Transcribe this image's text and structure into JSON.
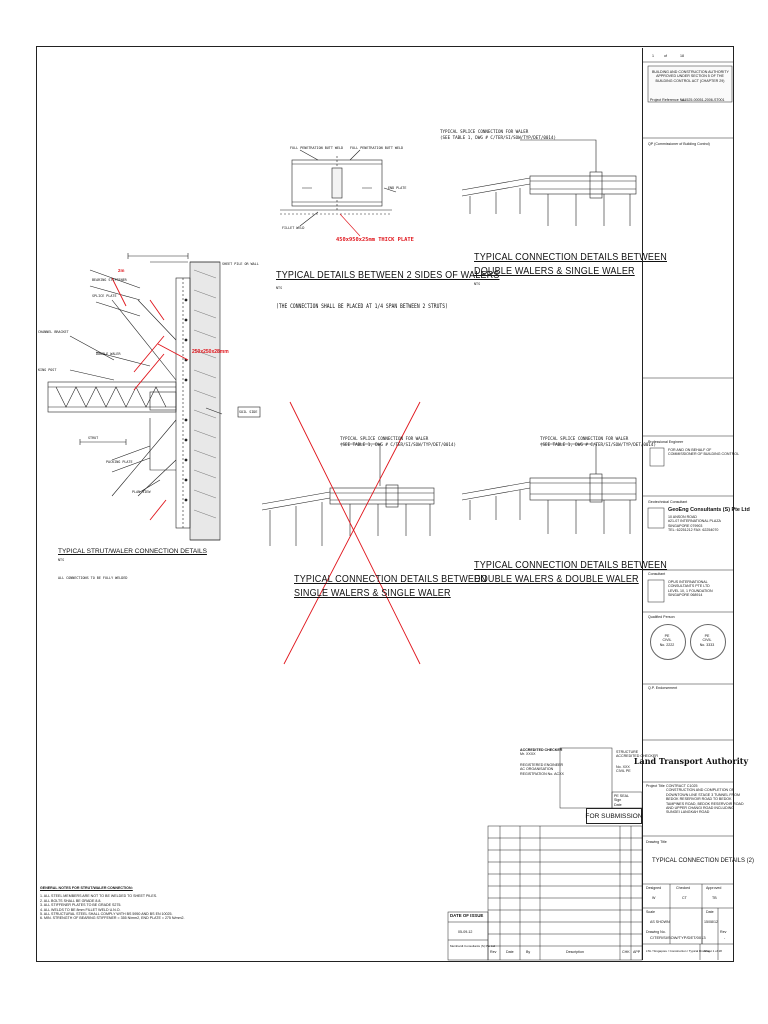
{
  "drawings": {
    "strut_waler": {
      "title": "TYPICAL STRUT/WALER CONNECTION DETAILS",
      "scale": "NTS",
      "notes": [
        "SHEET PILE OR WALL",
        "ALL CONNECTIONS TO BE FULLY WELDED"
      ],
      "red_labels": [
        "2m",
        "250x250x28mm"
      ],
      "side_tag": "SOIL SIDE",
      "small_labels": [
        "BEARING STIFFENER",
        "SPLICE PLATE",
        "CHANNEL BRACKET",
        "DOUBLE WALER",
        "KING POST",
        "STRUT",
        "PACKING PLATE",
        "PLAN VIEW"
      ]
    },
    "two_sides": {
      "title": "TYPICAL DETAILS BETWEEN 2 SIDES OF WALERS",
      "scale": "NTS",
      "note": "(THE CONNECTION SHALL BE PLACED AT 1/4 SPAN BETWEEN 2 STRUTS)",
      "red_label": "450x950x25mm THICK PLATE",
      "small_labels": [
        "FULL PENETRATION BUTT WELD",
        "FULL PENETRATION BUTT WELD",
        "END PLATE",
        "FILLET WELD"
      ]
    },
    "double_single_top": {
      "title_line1": "TYPICAL CONNECTION DETAILS BETWEEN",
      "title_line2": "DOUBLE WALERS & SINGLE WALER",
      "scale": "NTS",
      "callout_line1": "TYPICAL SPLICE CONNECTION FOR WALER",
      "callout_line2": "(SEE TABLE 1, DWG # C/TER/SI/SOW/TYP/DET/0014)"
    },
    "single_single": {
      "title_line1": "TYPICAL CONNECTION DETAILS BETWEEN",
      "title_line2": "SINGLE WALERS & SINGLE WALER",
      "callout_line1": "TYPICAL SPLICE CONNECTION FOR WALER",
      "callout_line2": "(SEE TABLE 1, DWG # C/TER/SI/SOW/TYP/DET/0014)"
    },
    "double_double": {
      "title_line1": "TYPICAL CONNECTION DETAILS BETWEEN",
      "title_line2": "DOUBLE WALERS & DOUBLE WALER",
      "callout_line1": "TYPICAL SPLICE CONNECTION FOR WALER",
      "callout_line2": "(SEE TABLE 1, DWG # C/TER/SI/SOW/TYP/DET/0014)"
    }
  },
  "general_notes": {
    "heading": "GENERAL NOTES FOR STRUT/WALER CONNECTION:",
    "lines": [
      "1. ALL STEEL MEMBERS ARE NOT TO BE WELDED TO SHEET PILES.",
      "2. ALL BOLTS SHALL BE GRADE 8.8.",
      "3. ALL STIFFENER PLATES TO BE GRADE S275.",
      "4. ALL WELDS TO BE 8mm FILLET WELD U.N.O.",
      "5. ALL STRUCTURAL STEEL SHALL COMPLY WITH BS 5950 AND BS EN 10025.",
      "6. MIN. STRENGTH OF BEARING STIFFENER = 355 N/mm2, END PLATE = 275 N/mm2."
    ]
  },
  "title_block": {
    "sheet": "1",
    "sheets_of": "of",
    "sheets_total": "18",
    "authority_lines": [
      "BUILDING AND CONSTRUCTION AUTHORITY",
      "APPROVED UNDER SECTION 5 OF THE",
      "BUILDING CONTROL ACT (CHAPTER 29)"
    ],
    "project_ref_label": "Project Reference No.:",
    "project_ref_value": "A1525-00051-2006-ST001",
    "qp_label": "QP (Commissioner of Building Control)",
    "approved_line": "FOR AND ON BEHALF OF",
    "approved_line2": "COMMISSIONER OF BUILDING CONTROL",
    "pe_label": "Professional Engineer",
    "contractor_label": "Geotechnical Consultant",
    "consultant_name": "GeoEng Consultants (S) Pte Ltd",
    "consultant_lines": [
      "10 ANSON ROAD",
      "#21-07 INTERNATIONAL PLAZA",
      "SINGAPORE 079903",
      "TEL: 62251212  FAX: 62254070"
    ],
    "contractor2_label": "Consultant",
    "contractor2_lines": [
      "OPUS INTERNATIONAL",
      "CONSULTANTS PTE LTD",
      "LEVEL 10, 1 FOUNDATION",
      "SINGAPORE 068914"
    ],
    "qp_stamp_label": "Qualified Person",
    "stamp1_lines": [
      "PE",
      "CIVIL",
      "No. 2222"
    ],
    "stamp2_lines": [
      "PE",
      "CIVIL",
      "No. 3333"
    ],
    "pe_endorsement": "Q.P. Endorsement",
    "client": "Land Transport Authority",
    "project_label": "Project Title",
    "contract": "CONTRACT C1025",
    "project_lines": [
      "CONSTRUCTION AND COMPLETION OF",
      "DOWNTOWN LINE STAGE 3 TUNNEL FROM",
      "BEDOK RESERVOIR ROAD TO BEDOK",
      "TAMPINES ROAD, BEDOK RESERVOIR ROAD",
      "AND UPPER CHANGI ROAD INCLUDING",
      "SUNGEI LANGKAH ROAD"
    ],
    "drawing_title_label": "Drawing Title",
    "drawing_title": "TYPICAL CONNECTION DETAILS (2)",
    "designed_label": "Designed",
    "checked_label": "Checked",
    "approved_label": "Approved",
    "designed_val": "W",
    "checked_val": "CT",
    "approved_val": "TB",
    "scale_label": "Scale",
    "date_label": "Date",
    "scale_val": "AS SHOWN",
    "date_val": "15/08/12",
    "drawing_no_label": "Drawing No.",
    "drawing_no": "C/TER/SI/SOW/TYP/DET/0013",
    "rev_label": "Rev",
    "rev_val": "-",
    "sheet_footer": "LTA / Singapore / Construction / Typical Drawing",
    "sheet_footer2": "Sheet   1  of  18"
  },
  "submission": {
    "label": "FOR SUBMISSION",
    "checker_label": "ACCREDITED CHECKER",
    "checker_lines": [
      "Mr. XXXX",
      "REGISTERED ENGINEER",
      "AC ORGANISATION",
      "REGISTRATION No. ACXX"
    ],
    "stamp_lines": [
      "STRUCTURE",
      "ACCREDITED CHECKER",
      "No. XXX",
      "CIVIL PE"
    ],
    "seal_lines": [
      "PE SEAL",
      "Sign",
      "Date"
    ],
    "date_of_issue_label": "DATE OF ISSUE",
    "date_of_issue_value": "05-09-12",
    "issued_by": "Meinhardt Consultants (S) Pte Ltd",
    "rev_col": "Rev",
    "date_col": "Date",
    "by_col": "By",
    "desc_col": "Description",
    "chk_col": "CHK",
    "app_col": "APP"
  }
}
